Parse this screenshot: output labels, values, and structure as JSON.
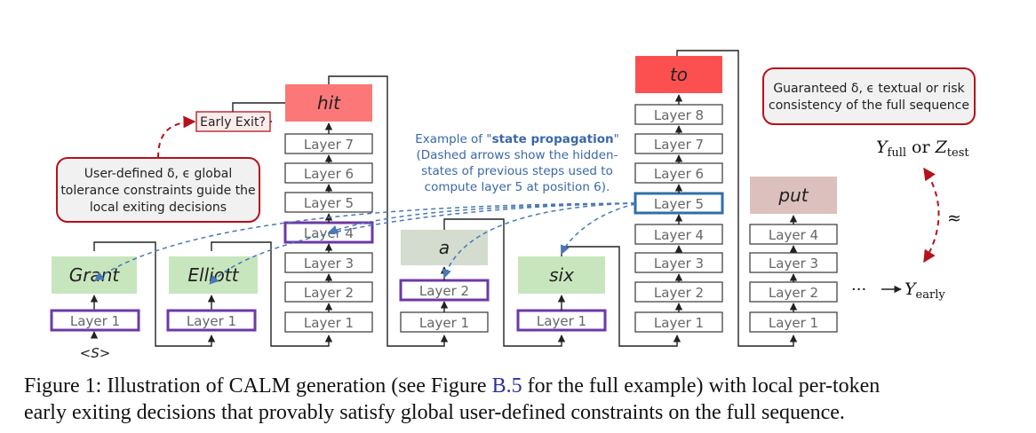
{
  "tokens": {
    "grant": "Grant",
    "elliott": "Elliott",
    "hit": "hit",
    "a": "a",
    "six": "six",
    "to": "to",
    "put": "put"
  },
  "start_token": "<S>",
  "layers": {
    "l1": "Layer 1",
    "l2": "Layer 2",
    "l3": "Layer 3",
    "l4": "Layer 4",
    "l5": "Layer 5",
    "l6": "Layer 6",
    "l7": "Layer 7",
    "l8": "Layer 8"
  },
  "early_exit": "Early Exit?",
  "user_defined_note": {
    "line1": "User-defined δ, ϵ global",
    "line2": "tolerance constraints guide the",
    "line3": "local exiting decisions"
  },
  "state_note": {
    "line1_pre": "Example of \"",
    "line1_bold": "state propagation",
    "line1_post": "\"",
    "line2": "(Dashed arrows show the hidden-",
    "line3": "states of previous steps used to",
    "line4": "compute layer 5 at position 6)."
  },
  "guarantee_note": {
    "line1": "Guaranteed δ, ϵ textual or risk",
    "line2": "consistency of the full sequence"
  },
  "math": {
    "y_full": "Y",
    "y_full_sub": "full",
    "or": "or",
    "z_test": "Z",
    "z_test_sub": "test",
    "approx": "≈",
    "y_early": "Y",
    "y_early_sub": "early",
    "ellipsis": "···"
  },
  "caption": {
    "prefix": "Figure 1: Illustration of CALM generation (see Figure ",
    "ref": "B.5",
    "suffix": " for the full example) with local per-token",
    "line2": "early exiting decisions that provably satisfy global user-defined constraints on the full sequence."
  },
  "colors": {
    "red_token": "#fc7878",
    "green_token": "#c8e6bd",
    "gray_green_token": "#d3dccf",
    "pink_token": "#dcc0bd",
    "purple_highlight": "#6d39a6",
    "blue_highlight": "#2f6fa8",
    "red_dashed": "#b5121b",
    "blue_dashed": "#4a78b8"
  }
}
